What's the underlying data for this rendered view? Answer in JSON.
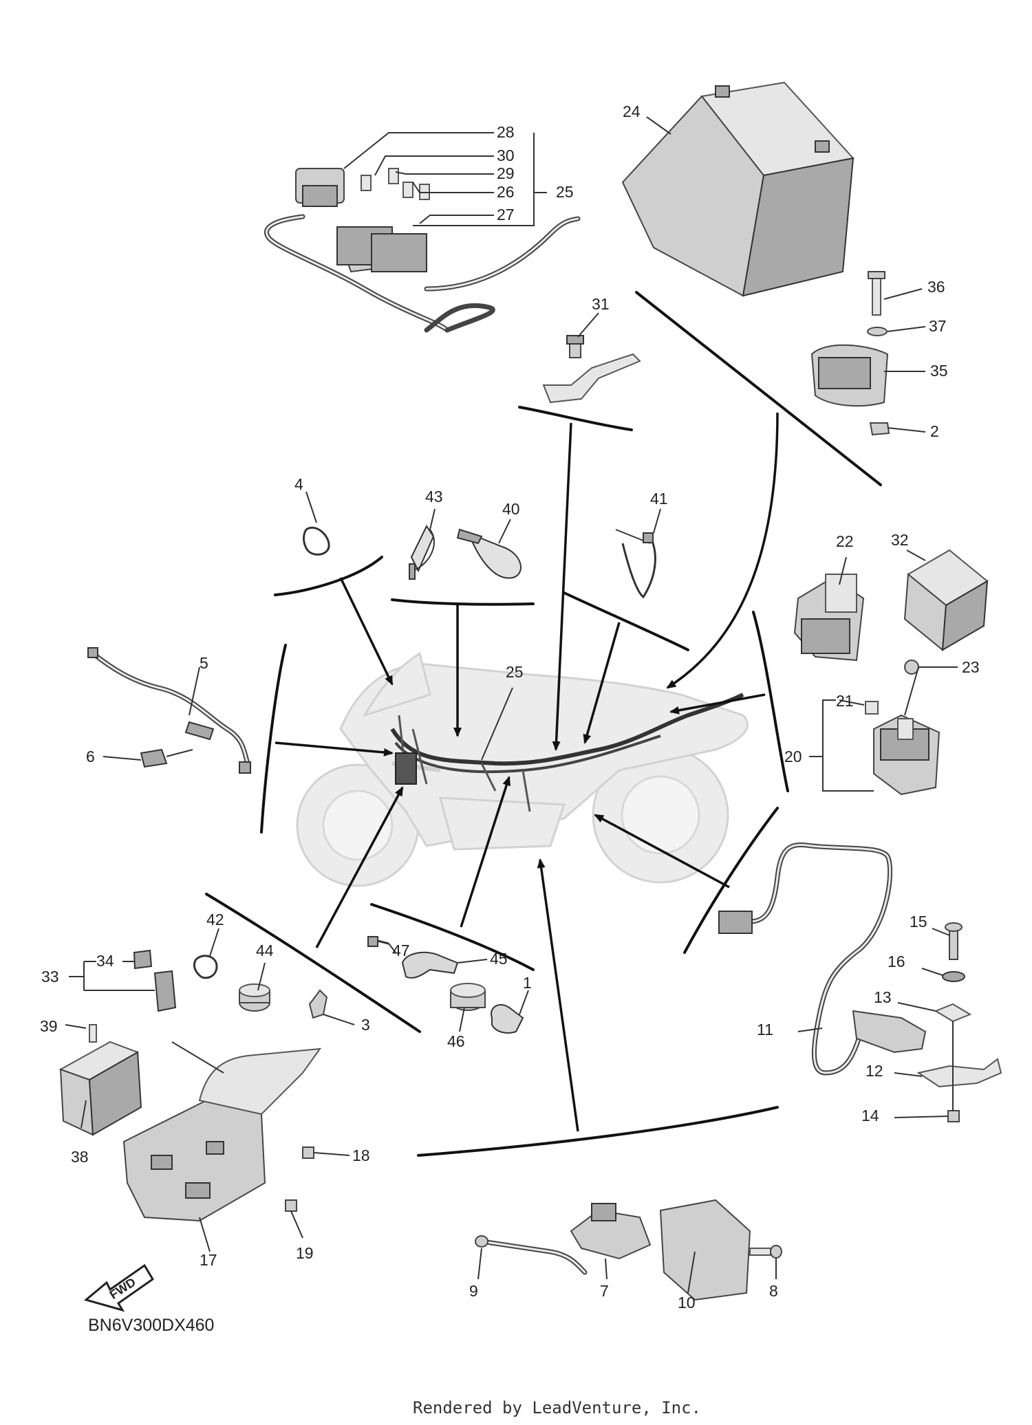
{
  "diagram": {
    "code": "BN6V300DX460",
    "credit": "Rendered by LeadVenture, Inc.",
    "fwd_label": "FWD",
    "labels": {
      "1": "1",
      "2": "2",
      "3": "3",
      "4": "4",
      "5": "5",
      "6": "6",
      "7": "7",
      "8": "8",
      "9": "9",
      "10": "10",
      "11": "11",
      "12": "12",
      "13": "13",
      "14": "14",
      "15": "15",
      "16": "16",
      "17": "17",
      "18": "18",
      "19": "19",
      "20": "20",
      "21": "21",
      "22": "22",
      "23": "23",
      "24": "24",
      "25": "25",
      "25b": "25",
      "26": "26",
      "27": "27",
      "28": "28",
      "29": "29",
      "30": "30",
      "31": "31",
      "32": "32",
      "33": "33",
      "34": "34",
      "35": "35",
      "36": "36",
      "37": "37",
      "38": "38",
      "39": "39",
      "40": "40",
      "41": "41",
      "42": "42",
      "43": "43",
      "44": "44",
      "45": "45",
      "46": "46",
      "47": "47"
    }
  }
}
